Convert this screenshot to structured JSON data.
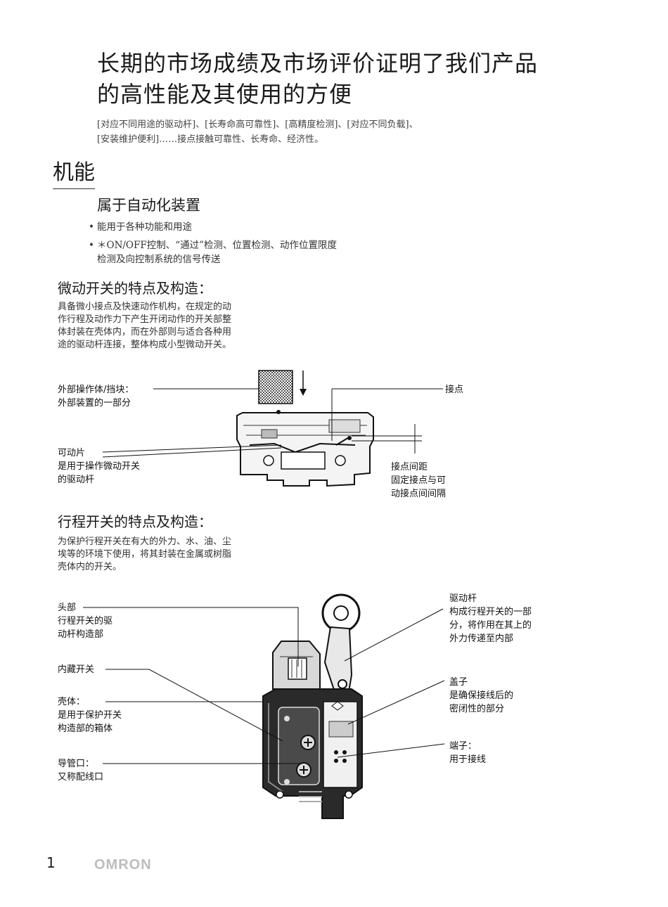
{
  "headline": {
    "line1": "长期的市场成绩及市场评价证明了我们产品",
    "line2": "的高性能及其使用的方便"
  },
  "intro": {
    "line1": "[对应不同用途的驱动杆]、[长寿命高可靠性]、[高精度检测]、[对应不同负载]、",
    "line2": "[安装维护便利]……接点接触可靠性、长寿命、经济性。"
  },
  "section": {
    "title": "机能",
    "sub_heading": "属于自动化装置",
    "bullets": [
      {
        "marker": "•",
        "line1": "能用于各种功能和用途",
        "line2": ""
      },
      {
        "marker": "•",
        "line1": "＊ON/OFF控制、“通过”检测、位置检测、动作位置限度",
        "line2": "检测及向控制系统的信号传送"
      }
    ]
  },
  "micro_switch": {
    "heading": "微动开关的特点及构造：",
    "desc": [
      "具备微小接点及快速动作机构，在规定的动",
      "作行程及动作力下产生开闭动作的开关部整",
      "体封装在壳体内，而在外部则与适合各种用",
      "途的驱动杆连接，整体构成小型微动开关。"
    ],
    "labels": {
      "external": [
        "外部操作体/挡块：",
        "外部装置的一部分"
      ],
      "contact": [
        "接点"
      ],
      "movable": [
        "可动片",
        "是用于操作微动开关",
        "的驱动杆"
      ],
      "gap": [
        "接点间距",
        "固定接点与可",
        "动接点间间隔"
      ]
    }
  },
  "limit_switch": {
    "heading": "行程开关的特点及构造：",
    "desc": [
      "为保护行程开关在有大的外力、水、油、尘",
      "埃等的环境下使用，将其封装在金属或树脂",
      "壳体内的开关。"
    ],
    "labels": {
      "head": [
        "头部",
        "行程开关的驱",
        "动杆构造部"
      ],
      "builtin": [
        "内藏开关"
      ],
      "case": [
        "壳体：",
        "是用于保护开关",
        "构造部的箱体"
      ],
      "conduit": [
        "导管口：",
        "又称配线口"
      ],
      "lever": [
        "驱动杆",
        "构成行程开关的一部",
        "分，将作用在其上的",
        "外力传递至内部"
      ],
      "cover": [
        "盖子",
        "是确保接线后的",
        "密闭性的部分"
      ],
      "terminal": [
        "端子：",
        "用于接线"
      ]
    }
  },
  "footer": {
    "page_number": "1",
    "brand": "OMRON"
  }
}
